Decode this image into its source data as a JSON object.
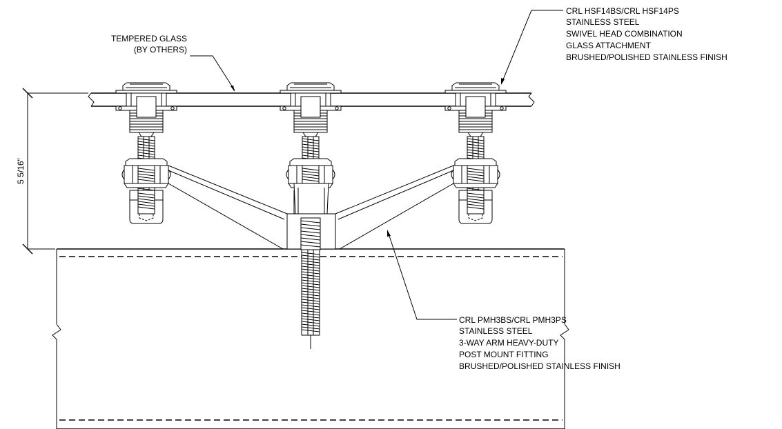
{
  "callouts": {
    "glass": {
      "lines": [
        "TEMPERED GLASS",
        "(BY OTHERS)"
      ]
    },
    "head_fitting": {
      "lines": [
        "CRL HSF14BS/CRL HSF14PS",
        "STAINLESS STEEL",
        "SWIVEL HEAD COMBINATION",
        "GLASS ATTACHMENT",
        "BRUSHED/POLISHED STAINLESS FINISH"
      ]
    },
    "post_mount": {
      "lines": [
        "CRL PMH3BS/CRL PMH3PS",
        "STAINLESS STEEL",
        "3-WAY ARM HEAVY-DUTY",
        "POST MOUNT FITTING",
        "BRUSHED/POLISHED STAINLESS FINISH"
      ]
    }
  },
  "dimension": {
    "height": "5 5/16\""
  },
  "colors": {
    "line": "#000000",
    "background": "#ffffff"
  }
}
